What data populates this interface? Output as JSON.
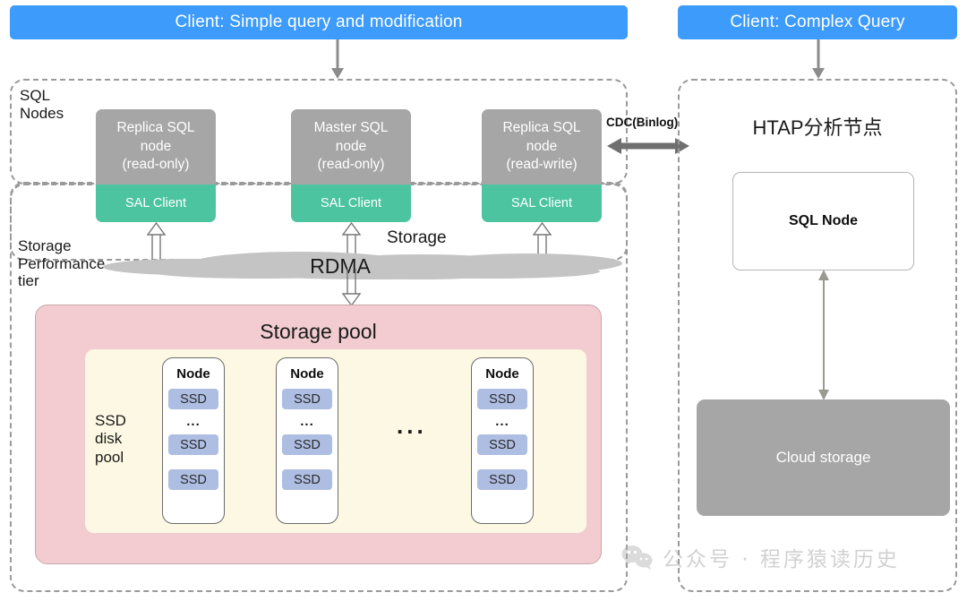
{
  "colors": {
    "client_banner": "#3d9bfc",
    "sql_node": "#a6a6a6",
    "sal_client": "#4cc4a0",
    "storage_pool": "#f2ccd0",
    "ssd_pool": "#fdf8e3",
    "ssd_chip": "#aebde2",
    "cloud_storage": "#a6a6a6",
    "rdma_cloud": "#c4c4c4",
    "dashed_border": "#9a9a9a",
    "arrow": "#8c8c8c"
  },
  "clients": {
    "simple": "Client: Simple query and modification",
    "complex": "Client: Complex Query"
  },
  "left_panel": {
    "sql_nodes_label": "SQL\nNodes",
    "storage_perf_label": "Storage\nPerformance\ntier",
    "nodes": [
      {
        "title": "Replica SQL\nnode\n(read-only)",
        "client": "SAL Client",
        "arrow": "up"
      },
      {
        "title": "Master SQL\nnode\n(read-only)",
        "client": "SAL Client",
        "arrow": "up"
      },
      {
        "title": "Replica SQL\nnode\n(read-write)",
        "client": "SAL Client",
        "arrow": "both"
      }
    ],
    "rdma": "RDMA",
    "storage_word": "Storage",
    "storage_pool_title": "Storage pool",
    "ssd_disk_pool_label": "SSD\ndisk\npool",
    "node_ellipsis": "...",
    "disk_nodes": [
      {
        "title": "Node",
        "slots": [
          "SSD",
          "...",
          "SSD",
          "SSD"
        ]
      },
      {
        "title": "Node",
        "slots": [
          "SSD",
          "...",
          "SSD",
          "SSD"
        ]
      },
      {
        "title": "Node",
        "slots": [
          "SSD",
          "...",
          "SSD",
          "SSD"
        ]
      }
    ]
  },
  "link": {
    "cdc_label": "CDC(Binlog)"
  },
  "right_panel": {
    "title": "HTAP分析节点",
    "sql_node": "SQL Node",
    "cloud_storage": "Cloud storage"
  },
  "watermark": {
    "icon": "wechat-icon",
    "text": "公众号 · 程序猿读历史"
  }
}
